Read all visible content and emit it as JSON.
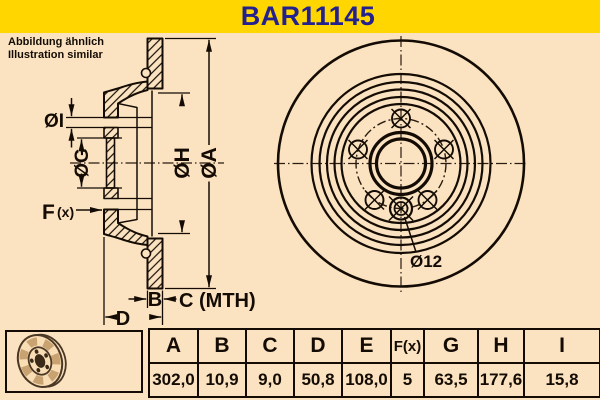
{
  "header": {
    "title": "BAR11145"
  },
  "note": {
    "line1": "Abbildung ähnlich",
    "line2": "Illustration similar"
  },
  "section_view": {
    "dim_i": "ØI",
    "dim_g": "ØG",
    "dim_h": "ØH",
    "dim_a": "ØA",
    "dim_f": "F",
    "dim_f_sub": "(x)",
    "dim_b": "B",
    "dim_c": "C (MTH)",
    "dim_d": "D"
  },
  "front_view": {
    "bolt_hole_label": "Ø12"
  },
  "table": {
    "headers": [
      "A",
      "B",
      "C",
      "D",
      "E",
      "F(x)",
      "G",
      "H",
      "I"
    ],
    "values": [
      "302,0",
      "10,9",
      "9,0",
      "50,8",
      "108,0",
      "5",
      "63,5",
      "177,6",
      "15,8"
    ]
  },
  "colors": {
    "banner_yellow": "#ffd600",
    "title_navy": "#23218e",
    "background_cream": "#fbe3c1",
    "line_black": "#140c04",
    "icon_tan": "#c9a272"
  }
}
